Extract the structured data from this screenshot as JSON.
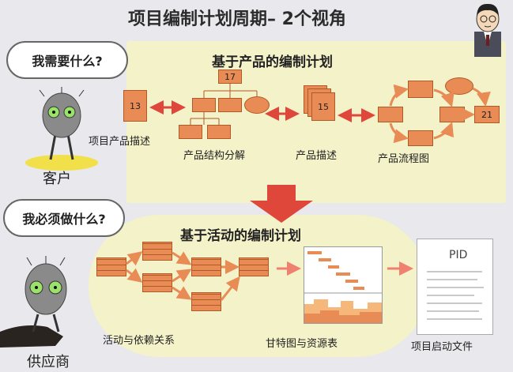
{
  "title": "项目编制计划周期– 2个视角",
  "top": {
    "question": "我需要什么?",
    "section_title": "基于产品的编制计划",
    "box_13": "13",
    "box_17": "17",
    "box_15": "15",
    "box_21": "21",
    "labels": [
      "项目产品描述",
      "产品结构分解",
      "产品描述",
      "产品流程图"
    ],
    "actor": "客户"
  },
  "bottom": {
    "question": "我必须做什么?",
    "section_title": "基于活动的编制计划",
    "labels": [
      "活动与依赖关系",
      "甘特图与资源表",
      "项目启动文件"
    ],
    "pid": "PID",
    "actor": "供应商"
  },
  "colors": {
    "box": "#e88b55",
    "arrow": "#e0473b",
    "band": "#f4f2c8"
  }
}
